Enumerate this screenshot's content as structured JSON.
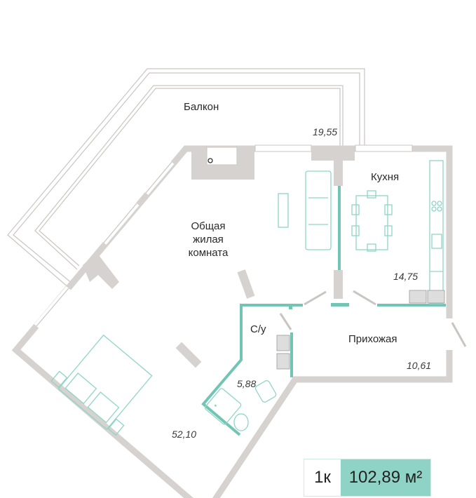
{
  "rooms": {
    "balcony": {
      "name": "Балкон",
      "area": "19,55"
    },
    "living": {
      "name_line1": "Общая",
      "name_line2": "жилая",
      "name_line3": "комната",
      "area": "52,10"
    },
    "kitchen": {
      "name": "Кухня",
      "area": "14,75"
    },
    "bathroom": {
      "name": "С/у",
      "area": "5,88"
    },
    "hallway": {
      "name": "Прихожая",
      "area": "10,61"
    }
  },
  "summary": {
    "rooms": "1к",
    "total_area": "102,89 м²"
  },
  "colors": {
    "accent": "#8fd3c6",
    "wall": "#d6d2cf",
    "partition": "#72c5b5"
  }
}
